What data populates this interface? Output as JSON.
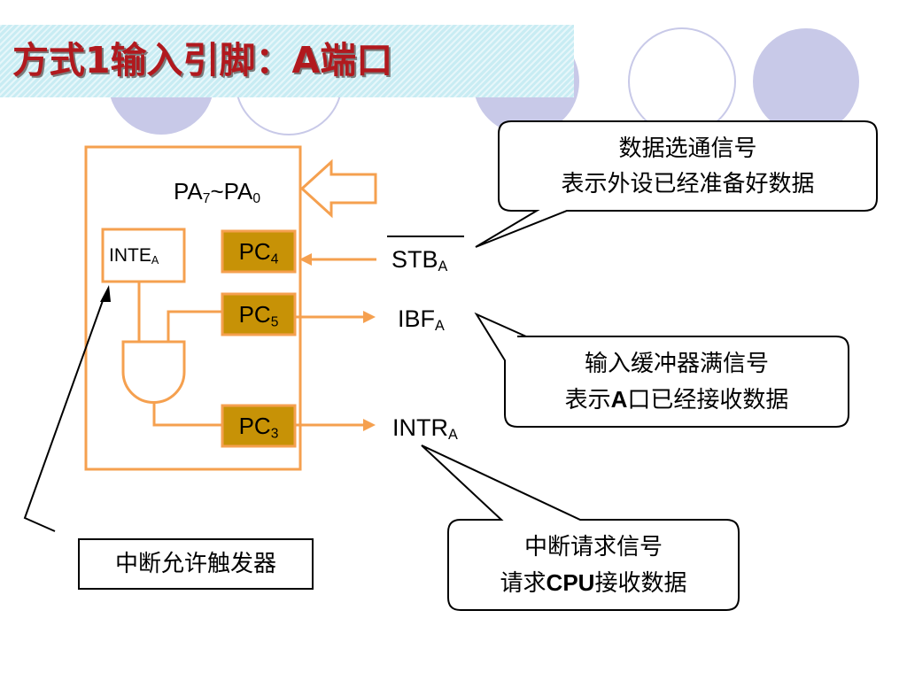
{
  "title": {
    "text": "方式1输入引脚：A端口"
  },
  "diagram": {
    "data_bus": {
      "base": "PA",
      "sub1": "7",
      "sep": "~PA",
      "sub2": "0"
    },
    "inte": {
      "base": "INTE",
      "sub": "A"
    },
    "ports": [
      {
        "base": "PC",
        "sub": "4"
      },
      {
        "base": "PC",
        "sub": "5"
      },
      {
        "base": "PC",
        "sub": "3"
      }
    ],
    "signals": {
      "stb": {
        "base": "STB",
        "sub": "A"
      },
      "ibf": {
        "base": "IBF",
        "sub": "A"
      },
      "intr": {
        "base": "INTR",
        "sub": "A"
      }
    },
    "callouts": {
      "stb": {
        "line1": "数据选通信号",
        "line2": "表示外设已经准备好数据"
      },
      "ibf": {
        "line1": "输入缓冲器满信号",
        "line2_pre": "表示",
        "line2_bold": "A",
        "line2_post": "口已经接收数据"
      },
      "intr": {
        "line1": "中断请求信号",
        "line2_pre": "请求",
        "line2_bold": "CPU",
        "line2_post": "接收数据"
      }
    },
    "interrupt_enable_flipflop": "中断允许触发器"
  },
  "colors": {
    "title": "#b1191e",
    "wire": "#f5a04f",
    "port_fill": "#c79206",
    "circle_fill": "#c8c9e8",
    "circle_stroke": "#c8c9e8",
    "title_bg": "#c8ecf3"
  }
}
